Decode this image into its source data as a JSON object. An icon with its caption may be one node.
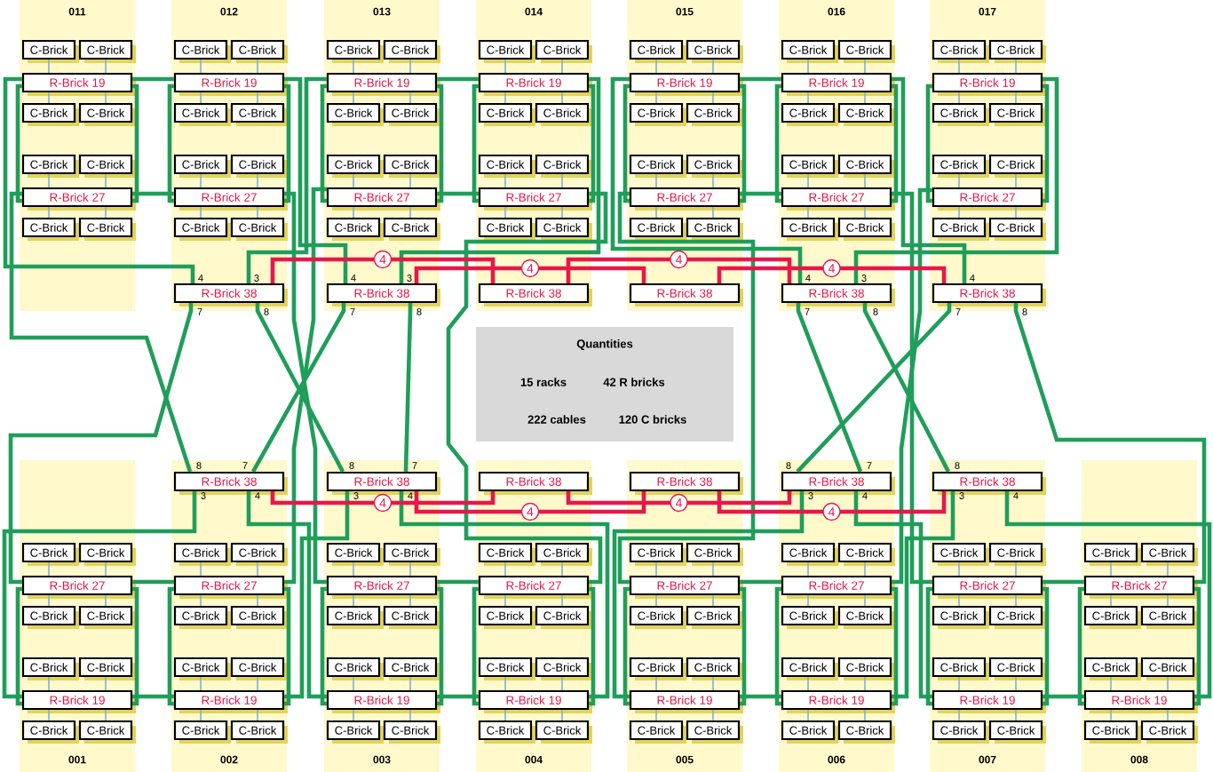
{
  "diagram": {
    "nodes": [
      {
        "text": [
          "011"
        ]
      },
      {
        "text": [
          "C-Brick"
        ],
        "in": 0
      },
      {
        "text": [
          "C-Brick"
        ],
        "in": 0
      },
      {
        "text": [
          "R-Brick 19"
        ],
        "in": 0
      },
      {
        "text": [
          "C-Brick"
        ],
        "in": 0
      },
      {
        "text": [
          "C-Brick"
        ],
        "in": 0
      },
      {
        "text": [
          "C-Brick"
        ],
        "in": 0
      },
      {
        "text": [
          "C-Brick"
        ],
        "in": 0
      },
      {
        "text": [
          "R-Brick 27"
        ],
        "in": 0
      },
      {
        "text": [
          "C-Brick"
        ],
        "in": 0
      },
      {
        "text": [
          "C-Brick"
        ],
        "in": 0
      },
      {
        "text": [
          "012"
        ]
      },
      {
        "text": [
          "C-Brick"
        ],
        "in": 11
      },
      {
        "text": [
          "C-Brick"
        ],
        "in": 11
      },
      {
        "text": [
          "R-Brick 19"
        ],
        "in": 11
      },
      {
        "text": [
          "C-Brick"
        ],
        "in": 11
      },
      {
        "text": [
          "C-Brick"
        ],
        "in": 11
      },
      {
        "text": [
          "C-Brick"
        ],
        "in": 11
      },
      {
        "text": [
          "C-Brick"
        ],
        "in": 11
      },
      {
        "text": [
          "R-Brick 27"
        ],
        "in": 11
      },
      {
        "text": [
          "C-Brick"
        ],
        "in": 11
      },
      {
        "text": [
          "C-Brick"
        ],
        "in": 11
      },
      {
        "text": [
          "R-Brick 38"
        ],
        "in": 11
      },
      {
        "text": [
          "013"
        ]
      },
      {
        "text": [
          "C-Brick"
        ],
        "in": 23
      },
      {
        "text": [
          "C-Brick"
        ],
        "in": 23
      },
      {
        "text": [
          "R-Brick 19"
        ],
        "in": 23
      },
      {
        "text": [
          "C-Brick"
        ],
        "in": 23
      },
      {
        "text": [
          "C-Brick"
        ],
        "in": 23
      },
      {
        "text": [
          "C-Brick"
        ],
        "in": 23
      },
      {
        "text": [
          "C-Brick"
        ],
        "in": 23
      },
      {
        "text": [
          "R-Brick 27"
        ],
        "in": 23
      },
      {
        "text": [
          "C-Brick"
        ],
        "in": 23
      },
      {
        "text": [
          "C-Brick"
        ],
        "in": 23
      },
      {
        "text": [
          "R-Brick 38"
        ],
        "in": 23
      },
      {
        "text": [
          "014"
        ]
      },
      {
        "text": [
          "C-Brick"
        ],
        "in": 35
      },
      {
        "text": [
          "C-Brick"
        ],
        "in": 35
      },
      {
        "text": [
          "R-Brick 19"
        ],
        "in": 35
      },
      {
        "text": [
          "C-Brick"
        ],
        "in": 35
      },
      {
        "text": [
          "C-Brick"
        ],
        "in": 35
      },
      {
        "text": [
          "C-Brick"
        ],
        "in": 35
      },
      {
        "text": [
          "C-Brick"
        ],
        "in": 35
      },
      {
        "text": [
          "R-Brick 27"
        ],
        "in": 35
      },
      {
        "text": [
          "C-Brick"
        ],
        "in": 35
      },
      {
        "text": [
          "C-Brick"
        ],
        "in": 35
      },
      {
        "text": [
          "R-Brick 38"
        ],
        "in": 35
      },
      {
        "text": [
          "015"
        ]
      },
      {
        "text": [
          "C-Brick"
        ],
        "in": 47
      },
      {
        "text": [
          "C-Brick"
        ],
        "in": 47
      },
      {
        "text": [
          "R-Brick 19"
        ],
        "in": 47
      },
      {
        "text": [
          "C-Brick"
        ],
        "in": 47
      },
      {
        "text": [
          "C-Brick"
        ],
        "in": 47
      },
      {
        "text": [
          "C-Brick"
        ],
        "in": 47
      },
      {
        "text": [
          "C-Brick"
        ],
        "in": 47
      },
      {
        "text": [
          "R-Brick 27"
        ],
        "in": 47
      },
      {
        "text": [
          "C-Brick"
        ],
        "in": 47
      },
      {
        "text": [
          "C-Brick"
        ],
        "in": 47
      },
      {
        "text": [
          "R-Brick 38"
        ],
        "in": 47
      },
      {
        "text": [
          "016"
        ]
      },
      {
        "text": [
          "C-Brick"
        ],
        "in": 59
      },
      {
        "text": [
          "C-Brick"
        ],
        "in": 59
      },
      {
        "text": [
          "R-Brick 19"
        ],
        "in": 59
      },
      {
        "text": [
          "C-Brick"
        ],
        "in": 59
      },
      {
        "text": [
          "C-Brick"
        ],
        "in": 59
      },
      {
        "text": [
          "C-Brick"
        ],
        "in": 59
      },
      {
        "text": [
          "C-Brick"
        ],
        "in": 59
      },
      {
        "text": [
          "R-Brick 27"
        ],
        "in": 59
      },
      {
        "text": [
          "C-Brick"
        ],
        "in": 59
      },
      {
        "text": [
          "C-Brick"
        ],
        "in": 59
      },
      {
        "text": [
          "R-Brick 38"
        ],
        "in": 59
      },
      {
        "text": [
          "017"
        ]
      },
      {
        "text": [
          "C-Brick"
        ],
        "in": 71
      },
      {
        "text": [
          "C-Brick"
        ],
        "in": 71
      },
      {
        "text": [
          "R-Brick 19"
        ],
        "in": 71
      },
      {
        "text": [
          "C-Brick"
        ],
        "in": 71
      },
      {
        "text": [
          "C-Brick"
        ],
        "in": 71
      },
      {
        "text": [
          "C-Brick"
        ],
        "in": 71
      },
      {
        "text": [
          "C-Brick"
        ],
        "in": 71
      },
      {
        "text": [
          "R-Brick 27"
        ],
        "in": 71
      },
      {
        "text": [
          "C-Brick"
        ],
        "in": 71
      },
      {
        "text": [
          "C-Brick"
        ],
        "in": 71
      },
      {
        "text": [
          "R-Brick 38"
        ],
        "in": 71
      },
      {
        "text": [
          "001"
        ]
      },
      {
        "text": [
          "C-Brick"
        ],
        "in": 83
      },
      {
        "text": [
          "C-Brick"
        ],
        "in": 83
      },
      {
        "text": [
          "R-Brick 27"
        ],
        "in": 83
      },
      {
        "text": [
          "C-Brick"
        ],
        "in": 83
      },
      {
        "text": [
          "C-Brick"
        ],
        "in": 83
      },
      {
        "text": [
          "C-Brick"
        ],
        "in": 83
      },
      {
        "text": [
          "C-Brick"
        ],
        "in": 83
      },
      {
        "text": [
          "R-Brick 19"
        ],
        "in": 83
      },
      {
        "text": [
          "C-Brick"
        ],
        "in": 83
      },
      {
        "text": [
          "C-Brick"
        ],
        "in": 83
      },
      {
        "text": [
          "002"
        ]
      },
      {
        "text": [
          "R-Brick 38"
        ],
        "in": 94
      },
      {
        "text": [
          "C-Brick"
        ],
        "in": 94
      },
      {
        "text": [
          "C-Brick"
        ],
        "in": 94
      },
      {
        "text": [
          "R-Brick 27"
        ],
        "in": 94
      },
      {
        "text": [
          "C-Brick"
        ],
        "in": 94
      },
      {
        "text": [
          "C-Brick"
        ],
        "in": 94
      },
      {
        "text": [
          "C-Brick"
        ],
        "in": 94
      },
      {
        "text": [
          "C-Brick"
        ],
        "in": 94
      },
      {
        "text": [
          "R-Brick 19"
        ],
        "in": 94
      },
      {
        "text": [
          "C-Brick"
        ],
        "in": 94
      },
      {
        "text": [
          "C-Brick"
        ],
        "in": 94
      },
      {
        "text": [
          "003"
        ]
      },
      {
        "text": [
          "R-Brick 38"
        ],
        "in": 106
      },
      {
        "text": [
          "C-Brick"
        ],
        "in": 106
      },
      {
        "text": [
          "C-Brick"
        ],
        "in": 106
      },
      {
        "text": [
          "R-Brick 27"
        ],
        "in": 106
      },
      {
        "text": [
          "C-Brick"
        ],
        "in": 106
      },
      {
        "text": [
          "C-Brick"
        ],
        "in": 106
      },
      {
        "text": [
          "C-Brick"
        ],
        "in": 106
      },
      {
        "text": [
          "C-Brick"
        ],
        "in": 106
      },
      {
        "text": [
          "R-Brick 19"
        ],
        "in": 106
      },
      {
        "text": [
          "C-Brick"
        ],
        "in": 106
      },
      {
        "text": [
          "C-Brick"
        ],
        "in": 106
      },
      {
        "text": [
          "004"
        ]
      },
      {
        "text": [
          "R-Brick 38"
        ],
        "in": 118
      },
      {
        "text": [
          "C-Brick"
        ],
        "in": 118
      },
      {
        "text": [
          "C-Brick"
        ],
        "in": 118
      },
      {
        "text": [
          "R-Brick 27"
        ],
        "in": 118
      },
      {
        "text": [
          "C-Brick"
        ],
        "in": 118
      },
      {
        "text": [
          "C-Brick"
        ],
        "in": 118
      },
      {
        "text": [
          "C-Brick"
        ],
        "in": 118
      },
      {
        "text": [
          "C-Brick"
        ],
        "in": 118
      },
      {
        "text": [
          "R-Brick 19"
        ],
        "in": 118
      },
      {
        "text": [
          "C-Brick"
        ],
        "in": 118
      },
      {
        "text": [
          "C-Brick"
        ],
        "in": 118
      },
      {
        "text": [
          "005"
        ]
      },
      {
        "text": [
          "R-Brick 38"
        ],
        "in": 130
      },
      {
        "text": [
          "C-Brick"
        ],
        "in": 130
      },
      {
        "text": [
          "C-Brick"
        ],
        "in": 130
      },
      {
        "text": [
          "R-Brick 27"
        ],
        "in": 130
      },
      {
        "text": [
          "C-Brick"
        ],
        "in": 130
      },
      {
        "text": [
          "C-Brick"
        ],
        "in": 130
      },
      {
        "text": [
          "C-Brick"
        ],
        "in": 130
      },
      {
        "text": [
          "C-Brick"
        ],
        "in": 130
      },
      {
        "text": [
          "R-Brick 19"
        ],
        "in": 130
      },
      {
        "text": [
          "C-Brick"
        ],
        "in": 130
      },
      {
        "text": [
          "C-Brick"
        ],
        "in": 130
      },
      {
        "text": [
          "006"
        ]
      },
      {
        "text": [
          "R-Brick 38"
        ],
        "in": 142
      },
      {
        "text": [
          "C-Brick"
        ],
        "in": 142
      },
      {
        "text": [
          "C-Brick"
        ],
        "in": 142
      },
      {
        "text": [
          "R-Brick 27"
        ],
        "in": 142
      },
      {
        "text": [
          "C-Brick"
        ],
        "in": 142
      },
      {
        "text": [
          "C-Brick"
        ],
        "in": 142
      },
      {
        "text": [
          "C-Brick"
        ],
        "in": 142
      },
      {
        "text": [
          "C-Brick"
        ],
        "in": 142
      },
      {
        "text": [
          "R-Brick 19"
        ],
        "in": 142
      },
      {
        "text": [
          "C-Brick"
        ],
        "in": 142
      },
      {
        "text": [
          "C-Brick"
        ],
        "in": 142
      },
      {
        "text": [
          "007"
        ]
      },
      {
        "text": [
          "R-Brick 38"
        ],
        "in": 154
      },
      {
        "text": [
          "C-Brick"
        ],
        "in": 154
      },
      {
        "text": [
          "C-Brick"
        ],
        "in": 154
      },
      {
        "text": [
          "R-Brick 27"
        ],
        "in": 154
      },
      {
        "text": [
          "C-Brick"
        ],
        "in": 154
      },
      {
        "text": [
          "C-Brick"
        ],
        "in": 154
      },
      {
        "text": [
          "C-Brick"
        ],
        "in": 154
      },
      {
        "text": [
          "C-Brick"
        ],
        "in": 154
      },
      {
        "text": [
          "R-Brick 19"
        ],
        "in": 154
      },
      {
        "text": [
          "C-Brick"
        ],
        "in": 154
      },
      {
        "text": [
          "C-Brick"
        ],
        "in": 154
      },
      {
        "text": [
          "008"
        ]
      },
      {
        "text": [
          "C-Brick"
        ],
        "in": 166
      },
      {
        "text": [
          "C-Brick"
        ],
        "in": 166
      },
      {
        "text": [
          "R-Brick 27"
        ],
        "in": 166
      },
      {
        "text": [
          "C-Brick"
        ],
        "in": 166
      },
      {
        "text": [
          "C-Brick"
        ],
        "in": 166
      },
      {
        "text": [
          "C-Brick"
        ],
        "in": 166
      },
      {
        "text": [
          "C-Brick"
        ],
        "in": 166
      },
      {
        "text": [
          "R-Brick 19"
        ],
        "in": 166
      },
      {
        "text": [
          "C-Brick"
        ],
        "in": 166
      },
      {
        "text": [
          "C-Brick"
        ],
        "in": 166
      },
      {
        "text": [
          "Quantities",
          "15 racks",
          "42 R bricks",
          "222 cables",
          "120 C bricks"
        ]
      }
    ],
    "edges": [
      {
        "from": 1,
        "to": 3,
        "arrow": "none"
      },
      {
        "from": 2,
        "to": 3,
        "arrow": "none"
      },
      {
        "from": 4,
        "to": 3,
        "arrow": "none"
      },
      {
        "from": 5,
        "to": 3,
        "arrow": "none"
      },
      {
        "from": 6,
        "to": 8,
        "arrow": "none"
      },
      {
        "from": 7,
        "to": 8,
        "arrow": "none"
      },
      {
        "from": 9,
        "to": 8,
        "arrow": "none"
      },
      {
        "from": 10,
        "to": 8,
        "arrow": "none"
      },
      {
        "from": 12,
        "to": 14,
        "arrow": "none"
      },
      {
        "from": 13,
        "to": 14,
        "arrow": "none"
      },
      {
        "from": 15,
        "to": 14,
        "arrow": "none"
      },
      {
        "from": 16,
        "to": 14,
        "arrow": "none"
      },
      {
        "from": 17,
        "to": 19,
        "arrow": "none"
      },
      {
        "from": 18,
        "to": 19,
        "arrow": "none"
      },
      {
        "from": 20,
        "to": 19,
        "arrow": "none"
      },
      {
        "from": 21,
        "to": 19,
        "arrow": "none"
      },
      {
        "from": 24,
        "to": 26,
        "arrow": "none"
      },
      {
        "from": 25,
        "to": 26,
        "arrow": "none"
      },
      {
        "from": 27,
        "to": 26,
        "arrow": "none"
      },
      {
        "from": 28,
        "to": 26,
        "arrow": "none"
      },
      {
        "from": 29,
        "to": 31,
        "arrow": "none"
      },
      {
        "from": 30,
        "to": 31,
        "arrow": "none"
      },
      {
        "from": 32,
        "to": 31,
        "arrow": "none"
      },
      {
        "from": 33,
        "to": 31,
        "arrow": "none"
      },
      {
        "from": 36,
        "to": 38,
        "arrow": "none"
      },
      {
        "from": 37,
        "to": 38,
        "arrow": "none"
      },
      {
        "from": 39,
        "to": 38,
        "arrow": "none"
      },
      {
        "from": 40,
        "to": 38,
        "arrow": "none"
      },
      {
        "from": 41,
        "to": 43,
        "arrow": "none"
      },
      {
        "from": 42,
        "to": 43,
        "arrow": "none"
      },
      {
        "from": 44,
        "to": 43,
        "arrow": "none"
      },
      {
        "from": 45,
        "to": 43,
        "arrow": "none"
      },
      {
        "from": 48,
        "to": 50,
        "arrow": "none"
      },
      {
        "from": 49,
        "to": 50,
        "arrow": "none"
      },
      {
        "from": 51,
        "to": 50,
        "arrow": "none"
      },
      {
        "from": 52,
        "to": 50,
        "arrow": "none"
      },
      {
        "from": 53,
        "to": 55,
        "arrow": "none"
      },
      {
        "from": 54,
        "to": 55,
        "arrow": "none"
      },
      {
        "from": 56,
        "to": 55,
        "arrow": "none"
      },
      {
        "from": 57,
        "to": 55,
        "arrow": "none"
      },
      {
        "from": 60,
        "to": 62,
        "arrow": "none"
      },
      {
        "from": 61,
        "to": 62,
        "arrow": "none"
      },
      {
        "from": 63,
        "to": 62,
        "arrow": "none"
      },
      {
        "from": 64,
        "to": 62,
        "arrow": "none"
      },
      {
        "from": 65,
        "to": 67,
        "arrow": "none"
      },
      {
        "from": 66,
        "to": 67,
        "arrow": "none"
      },
      {
        "from": 68,
        "to": 67,
        "arrow": "none"
      },
      {
        "from": 69,
        "to": 67,
        "arrow": "none"
      },
      {
        "from": 72,
        "to": 74,
        "arrow": "none"
      },
      {
        "from": 73,
        "to": 74,
        "arrow": "none"
      },
      {
        "from": 75,
        "to": 74,
        "arrow": "none"
      },
      {
        "from": 76,
        "to": 74,
        "arrow": "none"
      },
      {
        "from": 77,
        "to": 79,
        "arrow": "none"
      },
      {
        "from": 78,
        "to": 79,
        "arrow": "none"
      },
      {
        "from": 80,
        "to": 79,
        "arrow": "none"
      },
      {
        "from": 81,
        "to": 79,
        "arrow": "none"
      },
      {
        "from": 84,
        "to": 86,
        "arrow": "none"
      },
      {
        "from": 85,
        "to": 86,
        "arrow": "none"
      },
      {
        "from": 87,
        "to": 86,
        "arrow": "none"
      },
      {
        "from": 88,
        "to": 86,
        "arrow": "none"
      },
      {
        "from": 89,
        "to": 91,
        "arrow": "none"
      },
      {
        "from": 90,
        "to": 91,
        "arrow": "none"
      },
      {
        "from": 92,
        "to": 91,
        "arrow": "none"
      },
      {
        "from": 93,
        "to": 91,
        "arrow": "none"
      },
      {
        "from": 96,
        "to": 98,
        "arrow": "none"
      },
      {
        "from": 97,
        "to": 98,
        "arrow": "none"
      },
      {
        "from": 99,
        "to": 98,
        "arrow": "none"
      },
      {
        "from": 100,
        "to": 98,
        "arrow": "none"
      },
      {
        "from": 101,
        "to": 103,
        "arrow": "none"
      },
      {
        "from": 102,
        "to": 103,
        "arrow": "none"
      },
      {
        "from": 104,
        "to": 103,
        "arrow": "none"
      },
      {
        "from": 105,
        "to": 103,
        "arrow": "none"
      },
      {
        "from": 108,
        "to": 110,
        "arrow": "none"
      },
      {
        "from": 109,
        "to": 110,
        "arrow": "none"
      },
      {
        "from": 111,
        "to": 110,
        "arrow": "none"
      },
      {
        "from": 112,
        "to": 110,
        "arrow": "none"
      },
      {
        "from": 113,
        "to": 115,
        "arrow": "none"
      },
      {
        "from": 114,
        "to": 115,
        "arrow": "none"
      },
      {
        "from": 116,
        "to": 115,
        "arrow": "none"
      },
      {
        "from": 117,
        "to": 115,
        "arrow": "none"
      },
      {
        "from": 120,
        "to": 122,
        "arrow": "none"
      },
      {
        "from": 121,
        "to": 122,
        "arrow": "none"
      },
      {
        "from": 123,
        "to": 122,
        "arrow": "none"
      },
      {
        "from": 124,
        "to": 122,
        "arrow": "none"
      },
      {
        "from": 125,
        "to": 127,
        "arrow": "none"
      },
      {
        "from": 126,
        "to": 127,
        "arrow": "none"
      },
      {
        "from": 128,
        "to": 127,
        "arrow": "none"
      },
      {
        "from": 129,
        "to": 127,
        "arrow": "none"
      },
      {
        "from": 132,
        "to": 134,
        "arrow": "none"
      },
      {
        "from": 133,
        "to": 134,
        "arrow": "none"
      },
      {
        "from": 135,
        "to": 134,
        "arrow": "none"
      },
      {
        "from": 136,
        "to": 134,
        "arrow": "none"
      },
      {
        "from": 137,
        "to": 139,
        "arrow": "none"
      },
      {
        "from": 138,
        "to": 139,
        "arrow": "none"
      },
      {
        "from": 140,
        "to": 139,
        "arrow": "none"
      },
      {
        "from": 141,
        "to": 139,
        "arrow": "none"
      },
      {
        "from": 144,
        "to": 146,
        "arrow": "none"
      },
      {
        "from": 145,
        "to": 146,
        "arrow": "none"
      },
      {
        "from": 147,
        "to": 146,
        "arrow": "none"
      },
      {
        "from": 148,
        "to": 146,
        "arrow": "none"
      },
      {
        "from": 149,
        "to": 151,
        "arrow": "none"
      },
      {
        "from": 150,
        "to": 151,
        "arrow": "none"
      },
      {
        "from": 152,
        "to": 151,
        "arrow": "none"
      },
      {
        "from": 153,
        "to": 151,
        "arrow": "none"
      },
      {
        "from": 156,
        "to": 158,
        "arrow": "none"
      },
      {
        "from": 157,
        "to": 158,
        "arrow": "none"
      },
      {
        "from": 159,
        "to": 158,
        "arrow": "none"
      },
      {
        "from": 160,
        "to": 158,
        "arrow": "none"
      },
      {
        "from": 161,
        "to": 163,
        "arrow": "none"
      },
      {
        "from": 162,
        "to": 163,
        "arrow": "none"
      },
      {
        "from": 164,
        "to": 163,
        "arrow": "none"
      },
      {
        "from": 165,
        "to": 163,
        "arrow": "none"
      },
      {
        "from": 167,
        "to": 169,
        "arrow": "none"
      },
      {
        "from": 168,
        "to": 169,
        "arrow": "none"
      },
      {
        "from": 170,
        "to": 169,
        "arrow": "none"
      },
      {
        "from": 171,
        "to": 169,
        "arrow": "none"
      },
      {
        "from": 172,
        "to": 174,
        "arrow": "none"
      },
      {
        "from": 173,
        "to": 174,
        "arrow": "none"
      },
      {
        "from": 175,
        "to": 174,
        "arrow": "none"
      },
      {
        "from": 176,
        "to": 174,
        "arrow": "none"
      },
      {
        "from": 3,
        "to": 8,
        "arrow": "none",
        "style": "thick",
        "color": "#1f9e5a"
      },
      {
        "from": 3,
        "to": 8,
        "arrow": "none",
        "style": "thick",
        "color": "#1f9e5a"
      },
      {
        "from": 14,
        "to": 19,
        "arrow": "none",
        "style": "thick",
        "color": "#1f9e5a"
      },
      {
        "from": 14,
        "to": 19,
        "arrow": "none",
        "style": "thick",
        "color": "#1f9e5a"
      },
      {
        "from": 26,
        "to": 31,
        "arrow": "none",
        "style": "thick",
        "color": "#1f9e5a"
      },
      {
        "from": 26,
        "to": 31,
        "arrow": "none",
        "style": "thick",
        "color": "#1f9e5a"
      },
      {
        "from": 38,
        "to": 43,
        "arrow": "none",
        "style": "thick",
        "color": "#1f9e5a"
      },
      {
        "from": 38,
        "to": 43,
        "arrow": "none",
        "style": "thick",
        "color": "#1f9e5a"
      },
      {
        "from": 50,
        "to": 55,
        "arrow": "none",
        "style": "thick",
        "color": "#1f9e5a"
      },
      {
        "from": 50,
        "to": 55,
        "arrow": "none",
        "style": "thick",
        "color": "#1f9e5a"
      },
      {
        "from": 62,
        "to": 67,
        "arrow": "none",
        "style": "thick",
        "color": "#1f9e5a"
      },
      {
        "from": 62,
        "to": 67,
        "arrow": "none",
        "style": "thick",
        "color": "#1f9e5a"
      },
      {
        "from": 74,
        "to": 79,
        "arrow": "none",
        "style": "thick",
        "color": "#1f9e5a"
      },
      {
        "from": 74,
        "to": 79,
        "arrow": "none",
        "style": "thick",
        "color": "#1f9e5a"
      },
      {
        "from": 86,
        "to": 91,
        "arrow": "none",
        "style": "thick",
        "color": "#1f9e5a"
      },
      {
        "from": 86,
        "to": 91,
        "arrow": "none",
        "style": "thick",
        "color": "#1f9e5a"
      },
      {
        "from": 98,
        "to": 103,
        "arrow": "none",
        "style": "thick",
        "color": "#1f9e5a"
      },
      {
        "from": 98,
        "to": 103,
        "arrow": "none",
        "style": "thick",
        "color": "#1f9e5a"
      },
      {
        "from": 110,
        "to": 115,
        "arrow": "none",
        "style": "thick",
        "color": "#1f9e5a"
      },
      {
        "from": 110,
        "to": 115,
        "arrow": "none",
        "style": "thick",
        "color": "#1f9e5a"
      },
      {
        "from": 122,
        "to": 127,
        "arrow": "none",
        "style": "thick",
        "color": "#1f9e5a"
      },
      {
        "from": 122,
        "to": 127,
        "arrow": "none",
        "style": "thick",
        "color": "#1f9e5a"
      },
      {
        "from": 134,
        "to": 139,
        "arrow": "none",
        "style": "thick",
        "color": "#1f9e5a"
      },
      {
        "from": 134,
        "to": 139,
        "arrow": "none",
        "style": "thick",
        "color": "#1f9e5a"
      },
      {
        "from": 146,
        "to": 151,
        "arrow": "none",
        "style": "thick",
        "color": "#1f9e5a"
      },
      {
        "from": 146,
        "to": 151,
        "arrow": "none",
        "style": "thick",
        "color": "#1f9e5a"
      },
      {
        "from": 158,
        "to": 163,
        "arrow": "none",
        "style": "thick",
        "color": "#1f9e5a"
      },
      {
        "from": 158,
        "to": 163,
        "arrow": "none",
        "style": "thick",
        "color": "#1f9e5a"
      },
      {
        "from": 169,
        "to": 174,
        "arrow": "none",
        "style": "thick",
        "color": "#1f9e5a"
      },
      {
        "from": 169,
        "to": 174,
        "arrow": "none",
        "style": "thick",
        "color": "#1f9e5a"
      },
      {
        "from": 3,
        "to": 14,
        "arrow": "none",
        "style": "thick",
        "color": "#1f9e5a"
      },
      {
        "from": 8,
        "to": 19,
        "arrow": "none",
        "style": "thick",
        "color": "#1f9e5a"
      },
      {
        "from": 26,
        "to": 38,
        "arrow": "none",
        "style": "thick",
        "color": "#1f9e5a"
      },
      {
        "from": 31,
        "to": 43,
        "arrow": "none",
        "style": "thick",
        "color": "#1f9e5a"
      },
      {
        "from": 50,
        "to": 62,
        "arrow": "none",
        "style": "thick",
        "color": "#1f9e5a"
      },
      {
        "from": 55,
        "to": 67,
        "arrow": "none",
        "style": "thick",
        "color": "#1f9e5a"
      },
      {
        "from": 86,
        "to": 98,
        "arrow": "none",
        "style": "thick",
        "color": "#1f9e5a"
      },
      {
        "from": 91,
        "to": 103,
        "arrow": "none",
        "style": "thick",
        "color": "#1f9e5a"
      },
      {
        "from": 110,
        "to": 122,
        "arrow": "none",
        "style": "thick",
        "color": "#1f9e5a"
      },
      {
        "from": 115,
        "to": 127,
        "arrow": "none",
        "style": "thick",
        "color": "#1f9e5a"
      },
      {
        "from": 134,
        "to": 146,
        "arrow": "none",
        "style": "thick",
        "color": "#1f9e5a"
      },
      {
        "from": 139,
        "to": 151,
        "arrow": "none",
        "style": "thick",
        "color": "#1f9e5a"
      },
      {
        "from": 158,
        "to": 169,
        "arrow": "none",
        "style": "thick",
        "color": "#1f9e5a"
      },
      {
        "from": 163,
        "to": 174,
        "arrow": "none",
        "style": "thick",
        "color": "#1f9e5a"
      },
      {
        "from": 3,
        "to": 22,
        "arrow": "none",
        "style": "thick",
        "color": "#1f9e5a"
      },
      {
        "from": 26,
        "to": 22,
        "arrow": "none",
        "style": "thick",
        "color": "#1f9e5a"
      },
      {
        "from": 14,
        "to": 34,
        "arrow": "none",
        "style": "thick",
        "color": "#1f9e5a"
      },
      {
        "from": 38,
        "to": 34,
        "arrow": "none",
        "style": "thick",
        "color": "#1f9e5a"
      },
      {
        "from": 50,
        "to": 70,
        "arrow": "none",
        "style": "thick",
        "color": "#1f9e5a"
      },
      {
        "from": 74,
        "to": 70,
        "arrow": "none",
        "style": "thick",
        "color": "#1f9e5a"
      },
      {
        "from": 62,
        "to": 82,
        "arrow": "none",
        "style": "thick",
        "color": "#1f9e5a"
      },
      {
        "from": 95,
        "to": 91,
        "arrow": "none",
        "style": "thick",
        "color": "#1f9e5a"
      },
      {
        "from": 95,
        "to": 115,
        "arrow": "none",
        "style": "thick",
        "color": "#1f9e5a"
      },
      {
        "from": 107,
        "to": 103,
        "arrow": "none",
        "style": "thick",
        "color": "#1f9e5a"
      },
      {
        "from": 107,
        "to": 127,
        "arrow": "none",
        "style": "thick",
        "color": "#1f9e5a"
      },
      {
        "from": 143,
        "to": 139,
        "arrow": "none",
        "style": "thick",
        "color": "#1f9e5a"
      },
      {
        "from": 143,
        "to": 163,
        "arrow": "none",
        "style": "thick",
        "color": "#1f9e5a"
      },
      {
        "from": 155,
        "to": 151,
        "arrow": "none",
        "style": "thick",
        "color": "#1f9e5a"
      },
      {
        "from": 155,
        "to": 174,
        "arrow": "none",
        "style": "thick",
        "color": "#1f9e5a"
      },
      {
        "from": 22,
        "to": 86,
        "arrow": "none",
        "style": "thick",
        "color": "#1f9e5a"
      },
      {
        "from": 8,
        "to": 95,
        "arrow": "none",
        "style": "thick",
        "color": "#1f9e5a"
      },
      {
        "from": 22,
        "to": 107,
        "arrow": "none",
        "style": "thick",
        "color": "#1f9e5a"
      },
      {
        "from": 34,
        "to": 95,
        "arrow": "none",
        "style": "thick",
        "color": "#1f9e5a"
      },
      {
        "from": 34,
        "to": 107,
        "arrow": "none",
        "style": "thick",
        "color": "#1f9e5a"
      },
      {
        "from": 70,
        "to": 143,
        "arrow": "none",
        "style": "thick",
        "color": "#1f9e5a"
      },
      {
        "from": 70,
        "to": 155,
        "arrow": "none",
        "style": "thick",
        "color": "#1f9e5a"
      },
      {
        "from": 82,
        "to": 143,
        "arrow": "none",
        "style": "thick",
        "color": "#1f9e5a"
      },
      {
        "from": 82,
        "to": 169,
        "arrow": "none",
        "style": "thick",
        "color": "#1f9e5a"
      },
      {
        "from": 19,
        "to": 110,
        "arrow": "none",
        "style": "thick",
        "color": "#1f9e5a"
      },
      {
        "from": 31,
        "to": 98,
        "arrow": "none",
        "style": "thick",
        "color": "#1f9e5a"
      },
      {
        "from": 43,
        "to": 122,
        "arrow": "none",
        "style": "thick",
        "color": "#1f9e5a"
      },
      {
        "from": 55,
        "to": 134,
        "arrow": "none",
        "style": "thick",
        "color": "#1f9e5a"
      },
      {
        "from": 67,
        "to": 158,
        "arrow": "none",
        "style": "thick",
        "color": "#1f9e5a"
      },
      {
        "from": 79,
        "to": 146,
        "arrow": "none",
        "style": "thick",
        "color": "#1f9e5a"
      },
      {
        "from": 22,
        "to": 46,
        "arrow": "none",
        "label": "4",
        "style": "thick",
        "color": "#e8174a"
      },
      {
        "from": 34,
        "to": 58,
        "arrow": "none",
        "label": "4",
        "style": "thick",
        "color": "#e8174a"
      },
      {
        "from": 46,
        "to": 70,
        "arrow": "none",
        "label": "4",
        "style": "thick",
        "color": "#e8174a"
      },
      {
        "from": 58,
        "to": 82,
        "arrow": "none",
        "label": "4",
        "style": "thick",
        "color": "#e8174a"
      },
      {
        "from": 95,
        "to": 119,
        "arrow": "none",
        "label": "4",
        "style": "thick",
        "color": "#e8174a"
      },
      {
        "from": 107,
        "to": 131,
        "arrow": "none",
        "label": "4",
        "style": "thick",
        "color": "#e8174a"
      },
      {
        "from": 119,
        "to": 143,
        "arrow": "none",
        "label": "4",
        "style": "thick",
        "color": "#e8174a"
      },
      {
        "from": 131,
        "to": 155,
        "arrow": "none",
        "label": "4",
        "style": "thick",
        "color": "#e8174a"
      }
    ],
    "labels": [
      "4",
      "3",
      "4",
      "3",
      "4",
      "3",
      "4",
      "7",
      "8",
      "7",
      "8",
      "7",
      "8",
      "7",
      "8",
      "8",
      "7",
      "8",
      "7",
      "8",
      "7",
      "8",
      "3",
      "4",
      "3",
      "4",
      "3",
      "4",
      "3",
      "4"
    ]
  }
}
